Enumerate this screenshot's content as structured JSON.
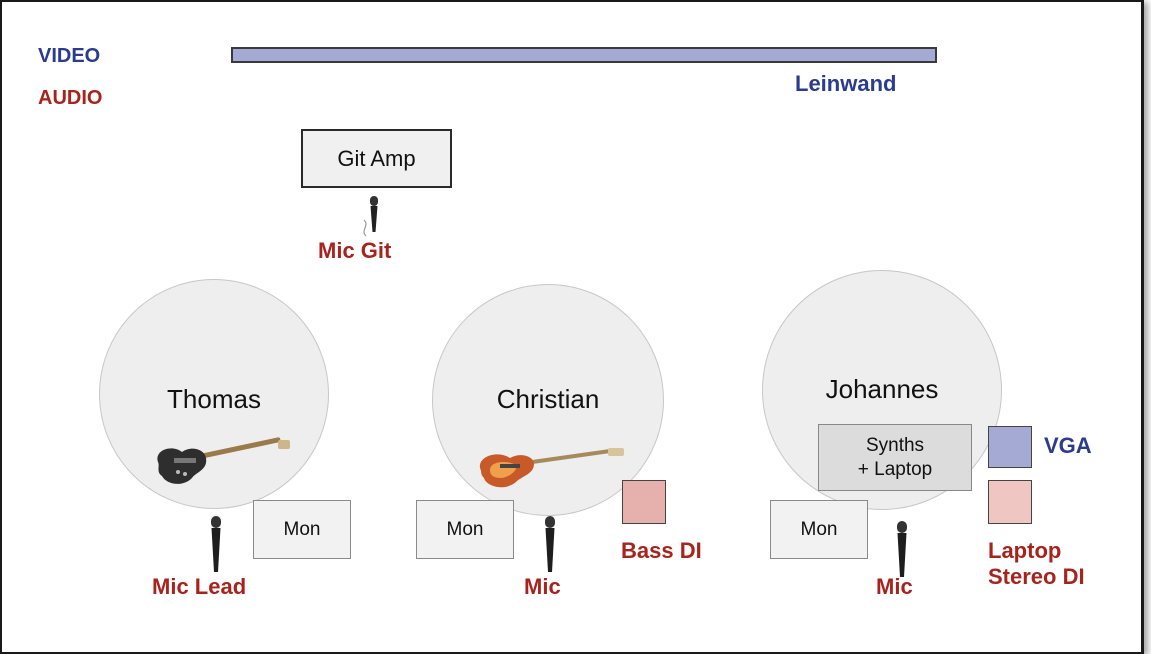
{
  "legend": {
    "video": "VIDEO",
    "audio": "AUDIO"
  },
  "stage": {
    "screen_label": "Leinwand",
    "git_amp": "Git Amp",
    "mic_git": "Mic Git",
    "thomas": {
      "name": "Thomas",
      "monitor": "Mon",
      "mic": "Mic Lead"
    },
    "christian": {
      "name": "Christian",
      "monitor": "Mon",
      "mic": "Mic",
      "di": "Bass DI"
    },
    "johannes": {
      "name": "Johannes",
      "gear_line1": "Synths",
      "gear_line2": "+ Laptop",
      "monitor": "Mon",
      "mic": "Mic",
      "vga": "VGA",
      "di_line1": "Laptop",
      "di_line2": "Stereo DI"
    }
  },
  "colors": {
    "video": "#2b3b8f",
    "audio": "#a8231c",
    "video_fill": "#a4aad4",
    "audio_fill": "#e6b1ad"
  },
  "icons": [
    "microphone-icon",
    "electric-guitar-icon",
    "bass-guitar-icon"
  ]
}
